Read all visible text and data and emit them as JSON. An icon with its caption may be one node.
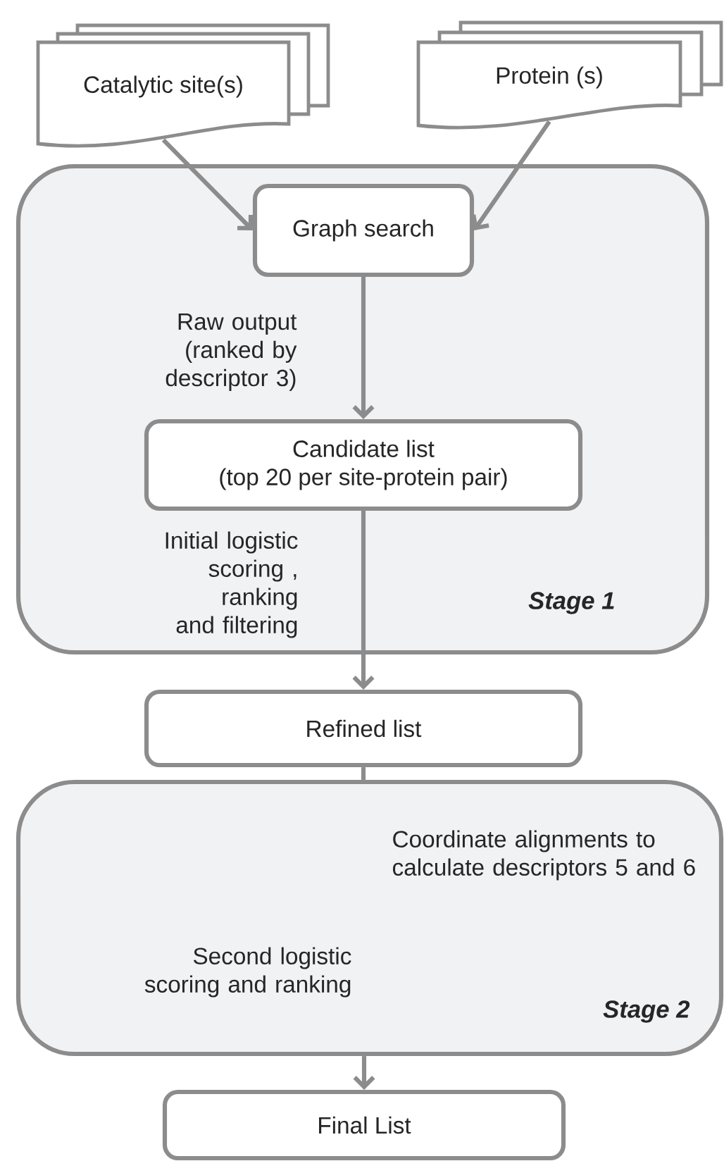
{
  "diagram": {
    "nodes": [
      {
        "text": [
          "Catalytic site(s)"
        ]
      },
      {
        "text": [
          "Protein (s)"
        ]
      },
      {
        "text": [
          "Stage 1"
        ]
      },
      {
        "text": [
          "Graph search"
        ],
        "in": 2
      },
      {
        "text": [
          "Candidate list",
          "(top 20 per site-protein pair)"
        ],
        "in": 2
      },
      {
        "text": [
          "Refined list"
        ]
      },
      {
        "text": [
          "Stage 2"
        ]
      },
      {
        "text": [
          "Final List"
        ]
      }
    ],
    "edges": [
      {
        "from": 0,
        "to": 3,
        "arrow": "to"
      },
      {
        "from": 1,
        "to": 3,
        "arrow": "to"
      },
      {
        "from": 3,
        "to": 4,
        "arrow": "to",
        "label": "Raw output (ranked by descriptor 3)"
      },
      {
        "from": 4,
        "to": 5,
        "arrow": "to",
        "label": "Initial logistic scoring , ranking and filtering"
      },
      {
        "from": 5,
        "to": 6,
        "arrow": "none"
      },
      {
        "from": 6,
        "to": 7,
        "arrow": "to",
        "label": "Second logistic scoring and ranking"
      }
    ],
    "labels": [
      "Coordinate alignments to calculate descriptors 5 and 6"
    ]
  }
}
